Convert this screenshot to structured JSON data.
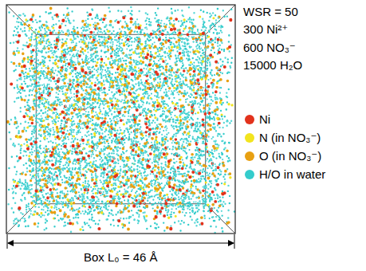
{
  "diagram": {
    "labels": [
      "WSR = 50",
      "300 Ni²⁺",
      "600 NO₃⁻",
      "15000 H₂O",
      "Box L₀ = 46 Å"
    ],
    "legend": [
      {
        "text": "Ni",
        "color": "#e2321c"
      },
      {
        "text": "N (in NO₃⁻)",
        "color": "#f2e41e"
      },
      {
        "text": "O (in NO₃⁻)",
        "color": "#e8a012"
      },
      {
        "text": "H/O in water",
        "color": "#34cccc"
      }
    ]
  }
}
